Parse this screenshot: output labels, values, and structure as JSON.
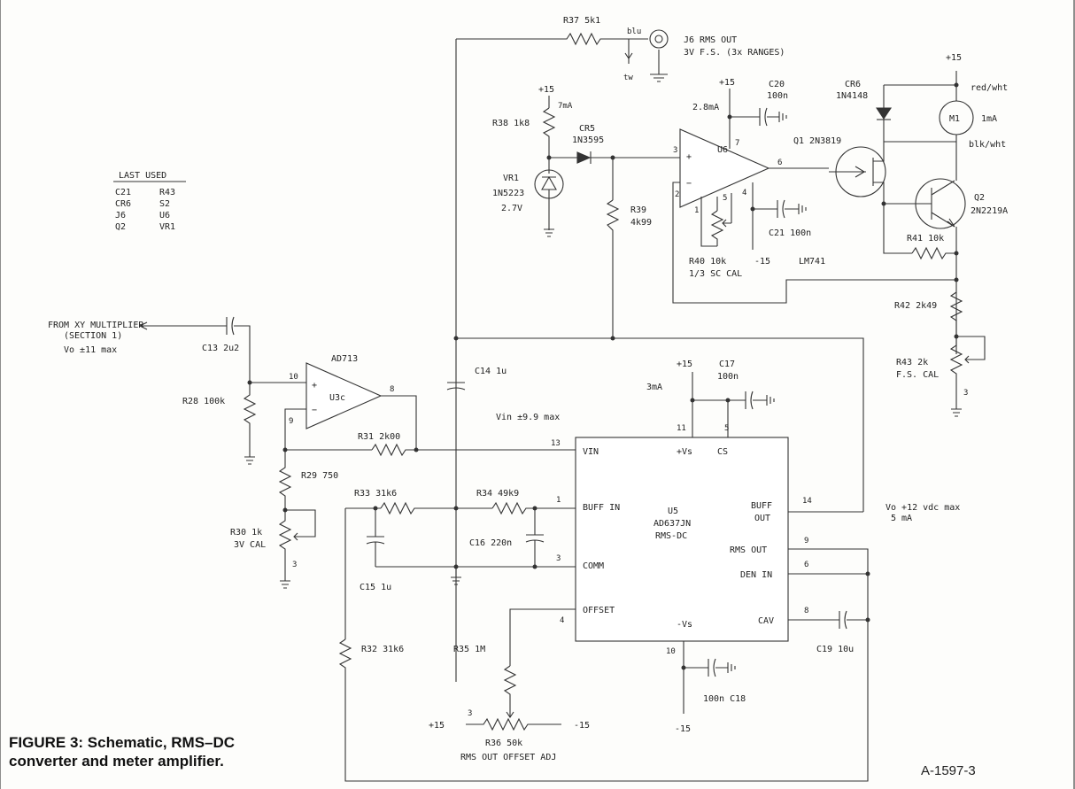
{
  "caption": {
    "line1": "FIGURE 3: Schematic, RMS–DC",
    "line2": "converter and meter amplifier."
  },
  "drawing_id": "A-1597-3",
  "last_used": {
    "title": "LAST USED",
    "col1": [
      "C21",
      "CR6",
      "J6",
      "Q2"
    ],
    "col2": [
      "R43",
      "S2",
      "U6",
      "VR1"
    ]
  },
  "labels": {
    "r37": "R37  5k1",
    "blu": "blu",
    "tw": "tw",
    "j6_1": "J6 RMS OUT",
    "j6_2": "3V F.S. (3x RANGES)",
    "p15_r38": "+15",
    "i7ma": "7mA",
    "r38": "R38  1k8",
    "cr5_1": "CR5",
    "cr5_2": "1N3595",
    "vr1_1": "VR1",
    "vr1_2": "1N5223",
    "vr1_3": "2.7V",
    "r39_1": "R39",
    "r39_2": "4k99",
    "p15_u6": "+15",
    "i28ma": "2.8mA",
    "c20_1": "C20",
    "c20_2": "100n",
    "u6": "U6",
    "u6_p3": "3",
    "u6_p7": "7",
    "u6_p6": "6",
    "u6_p2": "2",
    "u6_p5": "5",
    "u6_p4": "4",
    "u6_p1": "1",
    "c21": "C21  100n",
    "r40_1": "R40  10k",
    "r40_2": "1/3 SC CAL",
    "m15_u6": "-15",
    "lm741": "LM741",
    "cr6_1": "CR6",
    "cr6_2": "1N4148",
    "p15_m1": "+15",
    "redwht": "red/wht",
    "m1": "M1",
    "i1ma": "1mA",
    "blkwht": "blk/wht",
    "q1": "Q1  2N3819",
    "q2_1": "Q2",
    "q2_2": "2N2219A",
    "r41": "R41  10k",
    "r42": "R42  2k49",
    "r43_1": "R43  2k",
    "r43_2": "F.S. CAL",
    "r43_p3": "3",
    "from1": "FROM XY MULTIPLIER",
    "from2": "(SECTION 1)",
    "vo11": "Vo  ±11 max",
    "c13": "C13  2u2",
    "ad713": "AD713",
    "u3c": "U3c",
    "u3_p10": "10",
    "u3_p9": "9",
    "u3_p8": "8",
    "r28": "R28  100k",
    "r31": "R31  2k00",
    "r29": "R29  750",
    "r30_1": "R30  1k",
    "r30_2": "3V CAL",
    "r30_p3": "3",
    "c14": "C14  1u",
    "vin99": "Vin  ±9.9 max",
    "p15_u5": "+15",
    "i3ma": "3mA",
    "c17_1": "C17",
    "c17_2": "100n",
    "u5_p11": "11",
    "u5_p5": "5",
    "u5_p13": "13",
    "u5_p1": "1",
    "u5_p3": "3",
    "u5_p4": "4",
    "u5_p14": "14",
    "u5_p9": "9",
    "u5_p6": "6",
    "u5_p8": "8",
    "u5_p10": "10",
    "r33": "R33  31k6",
    "r34": "R34  49k9",
    "c16": "C16  220n",
    "c15": "C15  1u",
    "u5_vin": "VIN",
    "u5_vs": "+Vs",
    "u5_cs": "CS",
    "u5_buffin": "BUFF IN",
    "u5_buff": "BUFF",
    "u5_out": "OUT",
    "u5_name1": "U5",
    "u5_name2": "AD637JN",
    "u5_name3": "RMS-DC",
    "u5_rmsout": "RMS OUT",
    "u5_denin": "DEN IN",
    "u5_comm": "COMM",
    "u5_offset": "OFFSET",
    "u5_cav": "CAV",
    "u5_mvs": "-Vs",
    "vo12_1": "Vo  +12 vdc max",
    "vo12_2": "5 mA",
    "c19": "C19  10u",
    "c18": "100n  C18",
    "m15_u5": "-15",
    "r32": "R32  31k6",
    "r35": "R35  1M",
    "p15_r36": "+15",
    "r36_p3": "3",
    "m15_r36": "-15",
    "r36": "R36  50k",
    "r36_2": "RMS OUT OFFSET ADJ"
  }
}
